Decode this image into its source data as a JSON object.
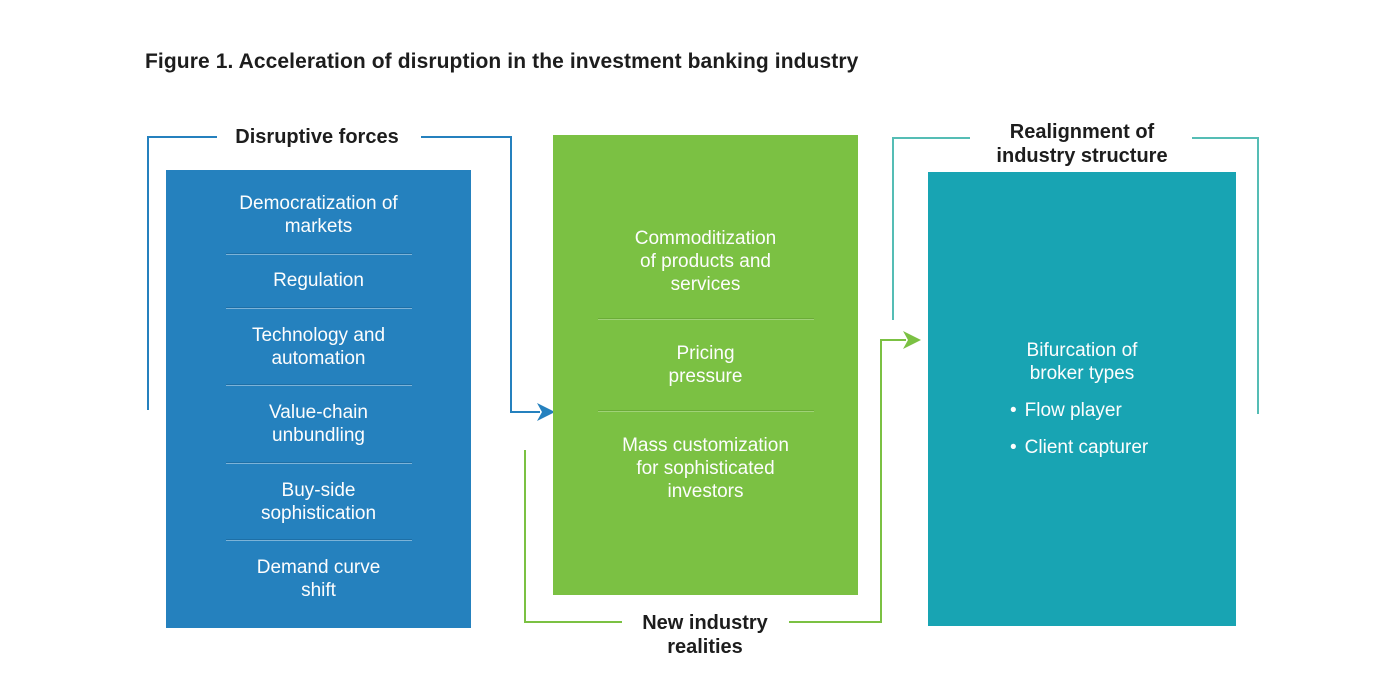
{
  "figure": {
    "title": "Figure 1. Acceleration of disruption in the investment banking industry"
  },
  "colors": {
    "blue_box": "#2581BE",
    "green_box": "#7BC143",
    "teal_box": "#18A4B3",
    "teal_bracket_line": "#55BDB5",
    "label_text": "#1D1D1D",
    "box_text": "#FFFFFF"
  },
  "disruptive_forces": {
    "label": "Disruptive forces",
    "items": [
      "Democratization of\nmarkets",
      "Regulation",
      "Technology and\nautomation",
      "Value-chain\nunbundling",
      "Buy-side\nsophistication",
      "Demand curve\nshift"
    ]
  },
  "new_industry_realities": {
    "label": "New industry\nrealities",
    "items": [
      "Commoditization\nof products and\nservices",
      "Pricing\npressure",
      "Mass customization\nfor sophisticated\ninvestors"
    ]
  },
  "realignment": {
    "label": "Realignment of\nindustry structure",
    "heading": "Bifurcation of\nbroker types",
    "bullet_char": "•",
    "bullets": [
      "Flow player",
      "Client capturer"
    ]
  }
}
